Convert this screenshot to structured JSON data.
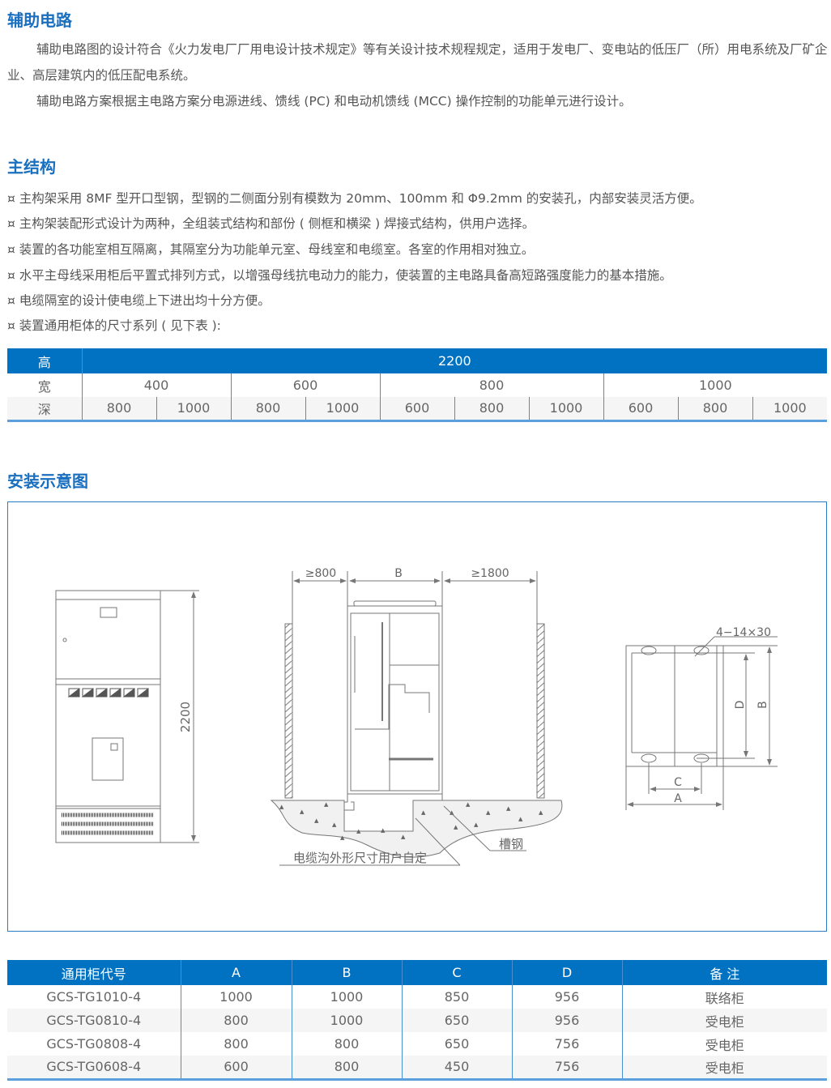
{
  "sections": {
    "aux": {
      "title": "辅助电路",
      "p1": "辅助电路图的设计符合《火力发电厂厂用电设计技术规定》等有关设计技术规程规定，适用于发电厂、变电站的低压厂（所）用电系统及厂矿企业、高层建筑内的低压配电系统。",
      "p2": "辅助电路方案根据主电路方案分电源进线、馈线 (PC) 和电动机馈线 (MCC) 操作控制的功能单元进行设计。"
    },
    "main": {
      "title": "主结构",
      "items": [
        "¤ 主构架采用 8MF 型开口型钢，型钢的二侧面分别有模数为 20mm、100mm 和 Φ9.2mm 的安装孔，内部安装灵活方便。",
        "¤ 主构架装配形式设计为两种，全组装式结构和部份 ( 侧框和横梁 ) 焊接式结构，供用户选择。",
        "¤ 装置的各功能室相互隔离，其隔室分为功能单元室、母线室和电缆室。各室的作用相对独立。",
        "¤ 水平主母线采用柜后平置式排列方式，以增强母线抗电动力的能力，使装置的主电路具备高短路强度能力的基本措施。",
        "¤ 电缆隔室的设计使电缆上下进出均十分方便。",
        "¤ 装置通用柜体的尺寸系列 ( 见下表 ):"
      ]
    },
    "install": {
      "title": "安装示意图"
    }
  },
  "size_table": {
    "height_label": "高",
    "height_value": "2200",
    "width_label": "宽",
    "widths": [
      "400",
      "600",
      "800",
      "1000"
    ],
    "depth_label": "深",
    "depths": [
      "800",
      "1000",
      "800",
      "1000",
      "600",
      "800",
      "1000",
      "600",
      "800",
      "1000"
    ]
  },
  "diagram": {
    "height_dim": "2200",
    "left_clear": "≥800",
    "width_b": "B",
    "right_clear": "≥1800",
    "channel_steel": "槽钢",
    "trench_note": "电缆沟外形尺寸用户自定",
    "holes": "4−14×30",
    "dim_d": "D",
    "dim_b": "B",
    "dim_c": "C",
    "dim_a": "A"
  },
  "spec_table": {
    "headers": [
      "通用柜代号",
      "A",
      "B",
      "C",
      "D",
      "备 注"
    ],
    "rows": [
      [
        "GCS-TG1010-4",
        "1000",
        "1000",
        "850",
        "956",
        "联络柜"
      ],
      [
        "GCS-TG0810-4",
        "800",
        "1000",
        "650",
        "956",
        "受电柜"
      ],
      [
        "GCS-TG0808-4",
        "800",
        "800",
        "650",
        "756",
        "受电柜"
      ],
      [
        "GCS-TG0608-4",
        "600",
        "800",
        "450",
        "756",
        "受电柜"
      ]
    ]
  },
  "colors": {
    "accent": "#0072c1"
  }
}
